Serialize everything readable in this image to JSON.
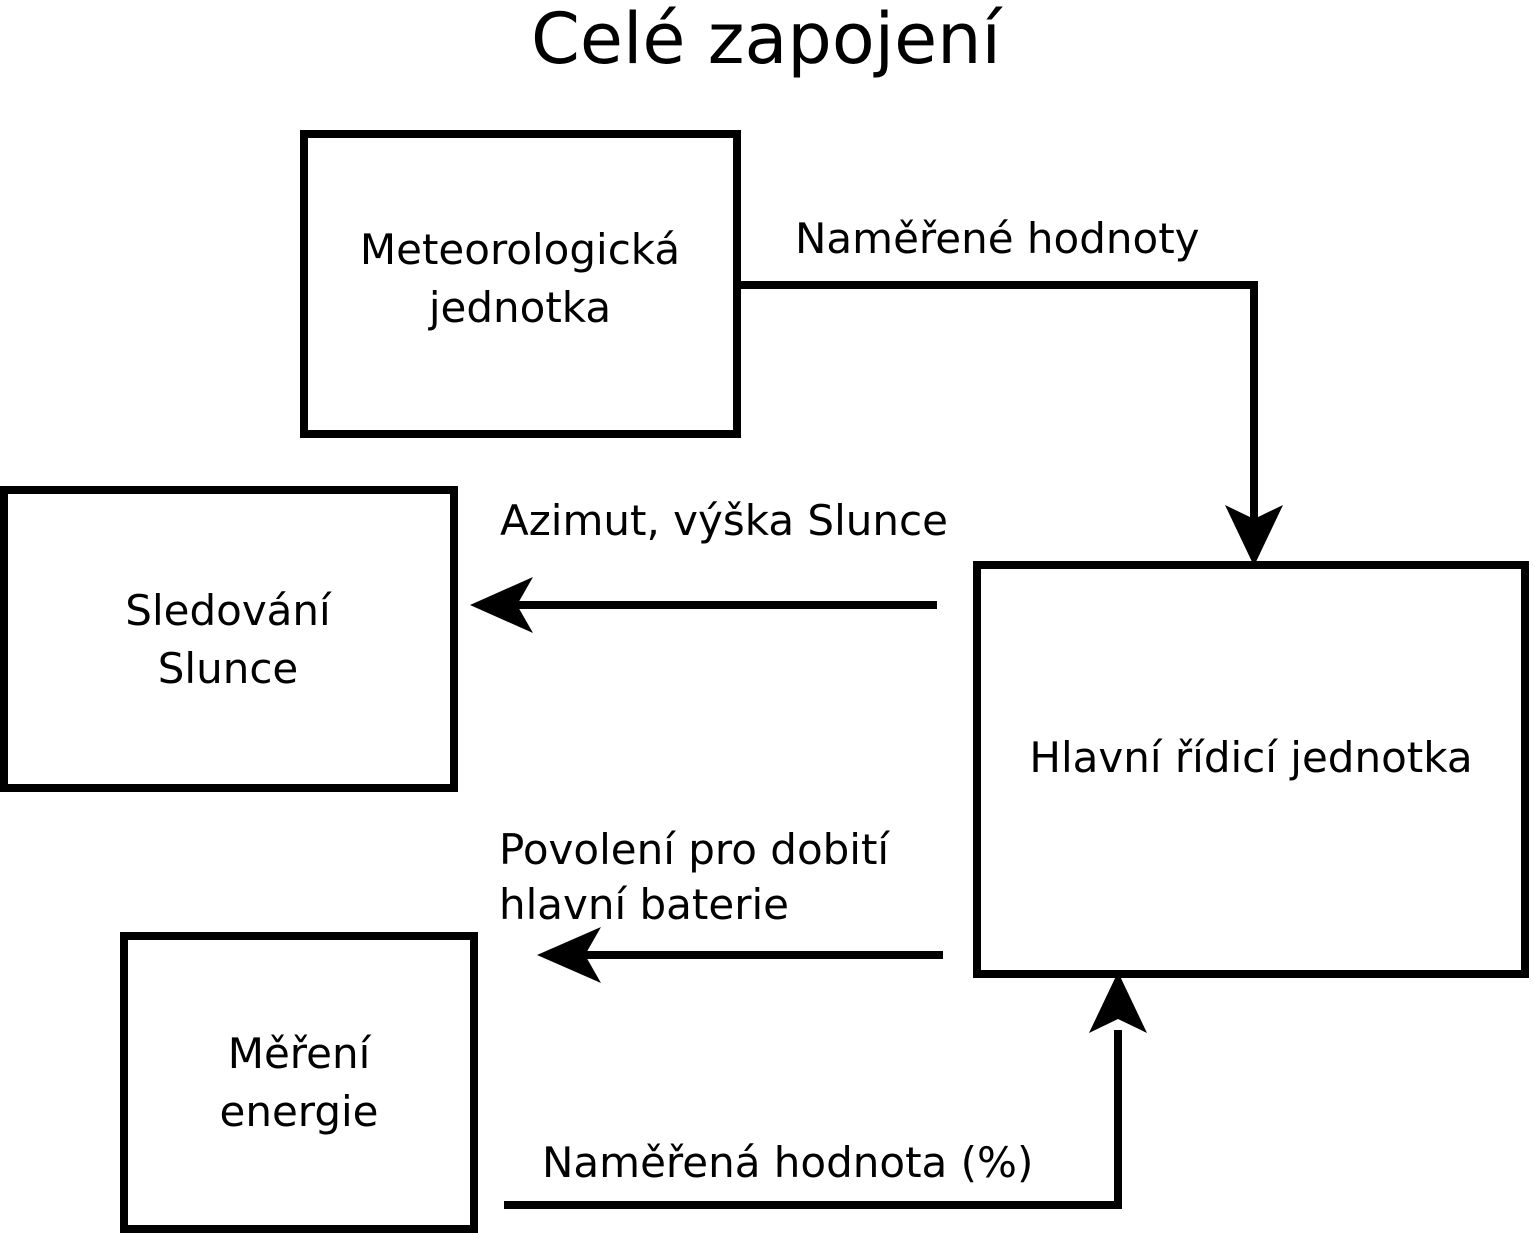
{
  "title": "Celé zapojení",
  "boxes": {
    "weather": {
      "label_line1": "Meteorologická",
      "label_line2": "jednotka"
    },
    "sun_tracking": {
      "label_line1": "Sledování",
      "label_line2": "Slunce"
    },
    "main_unit": {
      "label_line1": "Hlavní řídicí jednotka"
    },
    "energy_measure": {
      "label_line1": "Měření",
      "label_line2": "energie"
    }
  },
  "edges": {
    "measured_values": {
      "label": "Naměřené hodnoty"
    },
    "azimuth_altitude": {
      "label": "Azimut, výška Slunce"
    },
    "charge_permission": {
      "label_line1": "Povolení pro dobití",
      "label_line2": "hlavní baterie"
    },
    "measured_percent": {
      "label": "Naměřená hodnota (%)"
    }
  },
  "colors": {
    "stroke": "#000000",
    "background": "#ffffff",
    "text": "#000000"
  }
}
